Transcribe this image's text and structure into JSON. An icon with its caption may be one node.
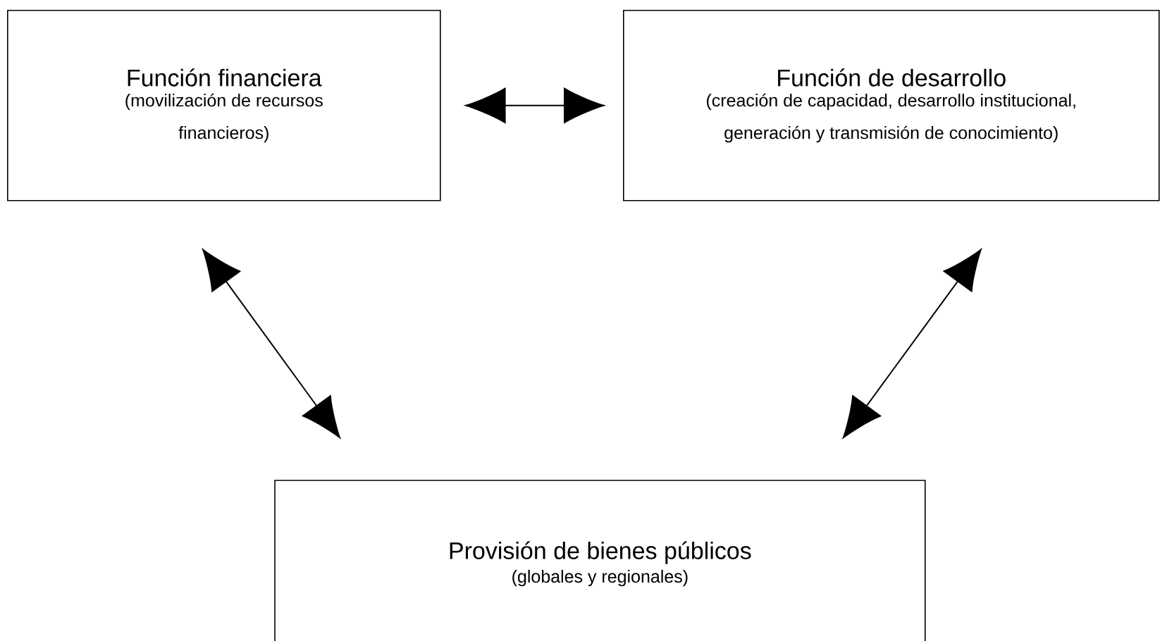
{
  "diagram": {
    "nodes": [
      {
        "text": [
          "Función financiera",
          "(movilización de recursos financieros)"
        ]
      },
      {
        "text": [
          "Función de desarrollo",
          "(creación de capacidad, desarrollo institucional, generación y transmisión de conocimiento)"
        ]
      },
      {
        "text": [
          "Provisión de bienes públicos",
          "(globales y regionales)"
        ]
      }
    ],
    "edges": [
      {
        "from": 0,
        "to": 1,
        "arrow": "both"
      },
      {
        "from": 0,
        "to": 2,
        "arrow": "both"
      },
      {
        "from": 1,
        "to": 2,
        "arrow": "both"
      }
    ]
  }
}
